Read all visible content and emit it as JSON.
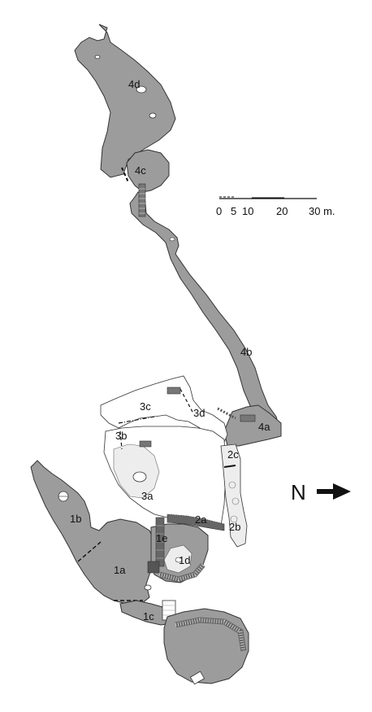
{
  "zones": [
    {
      "id": "4d",
      "label": "4d"
    },
    {
      "id": "4c",
      "label": "4c"
    },
    {
      "id": "4b",
      "label": "4b"
    },
    {
      "id": "4a",
      "label": "4a"
    },
    {
      "id": "3c",
      "label": "3c"
    },
    {
      "id": "3d",
      "label": "3d"
    },
    {
      "id": "3b",
      "label": "3b"
    },
    {
      "id": "3a",
      "label": "3a"
    },
    {
      "id": "2c",
      "label": "2c"
    },
    {
      "id": "2a",
      "label": "2a"
    },
    {
      "id": "2b",
      "label": "2b"
    },
    {
      "id": "1b",
      "label": "1b"
    },
    {
      "id": "1e",
      "label": "1e"
    },
    {
      "id": "1a",
      "label": "1a"
    },
    {
      "id": "1d",
      "label": "1d"
    },
    {
      "id": "1c",
      "label": "1c"
    }
  ],
  "scale_bar": {
    "ticks": [
      "0",
      "5",
      "10",
      "20",
      "30 m."
    ]
  },
  "north": {
    "label": "N"
  },
  "colors": {
    "rock": "#9c9c9c",
    "rock_dark": "#8a8a8a",
    "light_area": "#ededed",
    "outline": "#333333",
    "stairs": "#777777"
  }
}
